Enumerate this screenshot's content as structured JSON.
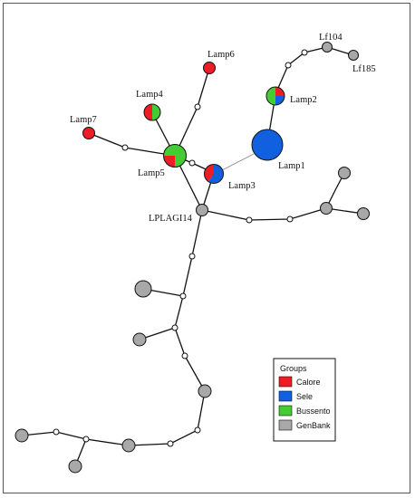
{
  "colors": {
    "Calore": "#ee1c25",
    "Sele": "#1060e0",
    "Bussento": "#44cc33",
    "GenBank": "#a8a8a8"
  },
  "legend": {
    "title": "Groups",
    "items": [
      "Calore",
      "Sele",
      "Bussento",
      "GenBank"
    ]
  },
  "labels": {
    "lamp1": "Lamp1",
    "lamp2": "Lamp2",
    "lamp3": "Lamp3",
    "lamp4": "Lamp4",
    "lamp5": "Lamp5",
    "lamp6": "Lamp6",
    "lamp7": "Lamp7",
    "lplagi14": "LPLAGI14",
    "lf104": "Lf104",
    "lf185": "Lf185"
  }
}
